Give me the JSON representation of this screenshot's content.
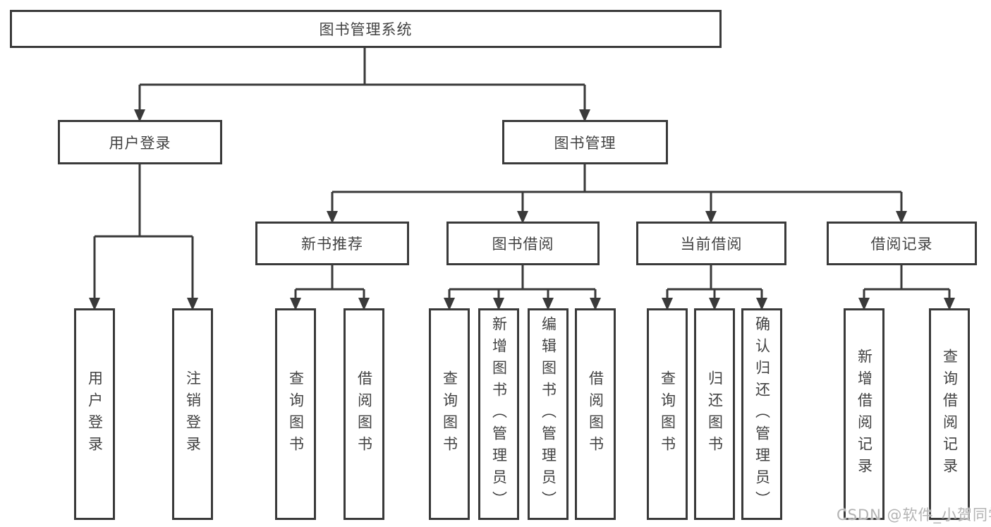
{
  "root": {
    "label": "图书管理系统"
  },
  "modules": {
    "user_login": {
      "label": "用户登录",
      "children": {
        "login": {
          "label": "用户登录"
        },
        "logout": {
          "label": "注销登录"
        }
      }
    },
    "book_management": {
      "label": "图书管理",
      "sections": {
        "new_book_recommend": {
          "label": "新书推荐",
          "children": {
            "query_books": {
              "label": "查询图书"
            },
            "borrow_books": {
              "label": "借阅图书"
            }
          }
        },
        "book_borrowing": {
          "label": "图书借阅",
          "children": {
            "query_books": {
              "label": "查询图书"
            },
            "add_books_admin": {
              "label": "新增图书（管理员）"
            },
            "edit_books_admin": {
              "label": "编辑图书（管理员）"
            },
            "borrow_books": {
              "label": "借阅图书"
            }
          }
        },
        "current_borrowing": {
          "label": "当前借阅",
          "children": {
            "query_books": {
              "label": "查询图书"
            },
            "return_books": {
              "label": "归还图书"
            },
            "confirm_return_admin": {
              "label": "确认归还（管理员）"
            }
          }
        },
        "borrow_records": {
          "label": "借阅记录",
          "children": {
            "add_record": {
              "label": "新增借阅记录"
            },
            "query_record": {
              "label": "查询借阅记录"
            }
          }
        }
      }
    }
  },
  "watermark": {
    "text": "CSDN @软件_小贺同学"
  },
  "colors": {
    "line": "#3a3a3a",
    "text": "#424242",
    "watermark": "#b3b3b3",
    "background": "#ffffff"
  }
}
